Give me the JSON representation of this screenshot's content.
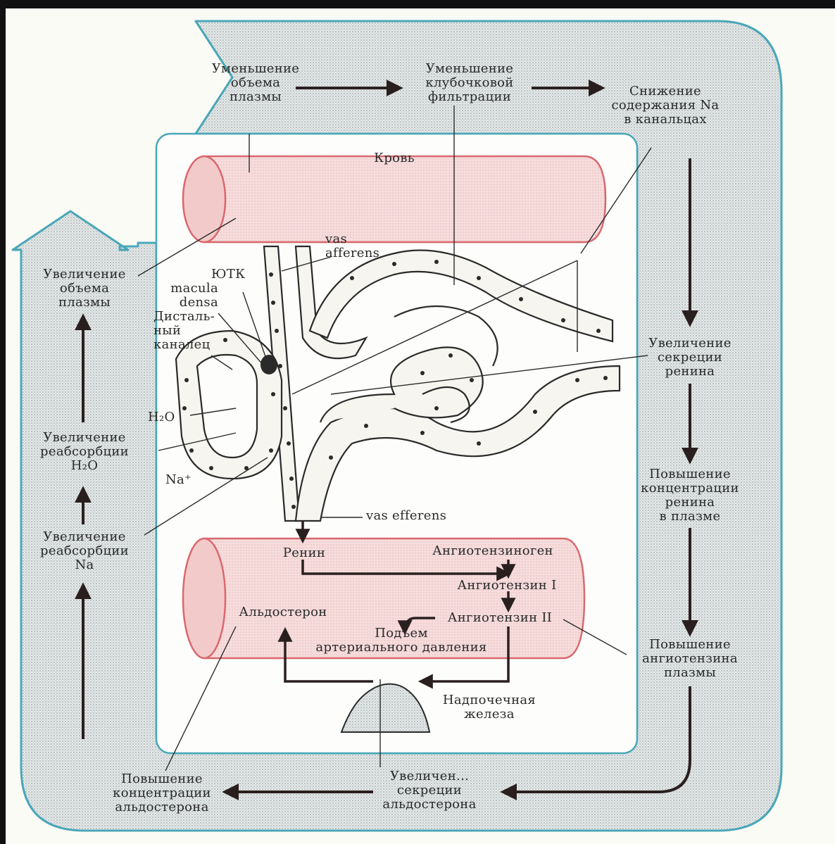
{
  "colors": {
    "frame_border": "#49a7b8",
    "frame_fill": "#dfe4e4",
    "vessel_fill": "#f7dcdc",
    "vessel_border": "#d9686e",
    "arrow": "#2a1f1f",
    "text": "#2a2a2a"
  },
  "loop": {
    "top_1": "Уменьшение\nобъема\nплазмы",
    "top_2": "Уменьшение\nклубочковой\nфильтрации",
    "top_3": "Снижение\nсодержания Na\nв канальцах",
    "right_1": "Увеличение\nсекреции\nренина",
    "right_2": "Повышение\nконцентрации\nренина\nв плазме",
    "right_3": "Повышение\nангиотензина\nплазмы",
    "bottom_1": "Увеличен...\nсекреции\nальдостерона",
    "bottom_2": "Повышение\nконцентрации\nальдостерона",
    "left_1": "Увеличение\nреабсорбции\nNa",
    "left_2": "Увеличение\nреабсорбции\nH₂O",
    "left_3": "Увеличение\nобъема\nплазмы"
  },
  "anatomy": {
    "blood": "Кровь",
    "vas_afferens": "vas\nafferens",
    "jgc": "ЮТК",
    "macula_densa": "macula\ndensa",
    "distal_tubule": "Дисталь-\nный\nканалец",
    "h2o": "H₂O",
    "na": "Na⁺",
    "vas_efferens": "vas efferens"
  },
  "raas": {
    "renin": "Ренин",
    "angiotensinogen": "Ангиотензиноген",
    "angiotensin_1": "Ангиотензин I",
    "angiotensin_2": "Ангиотензин II",
    "aldosterone": "Альдостерон",
    "pressure_rise": "Подъем\nартериального давления",
    "adrenal": "Надпочечная\nжелеза"
  }
}
